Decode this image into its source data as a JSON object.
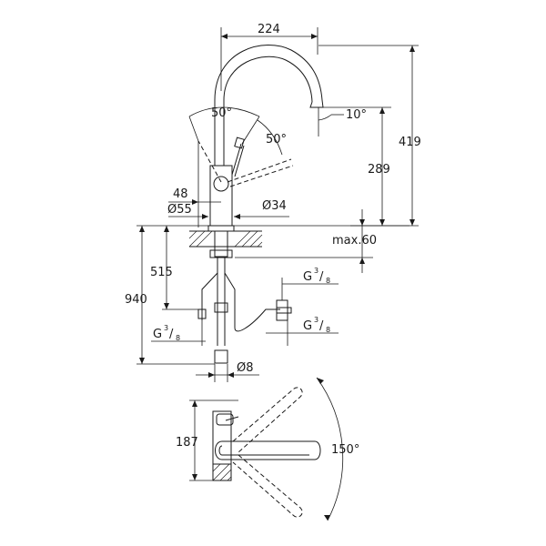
{
  "dimensions": {
    "spout_reach": "224",
    "total_height": "419",
    "spout_height": "289",
    "lever_angle_left": "50°",
    "lever_angle_right": "50°",
    "spout_tilt": "10°",
    "lever_offset": "48",
    "base_diameter": "Ø55",
    "shank_diameter": "Ø34",
    "max_deck_thickness": "max.60",
    "hose_length_total": "940",
    "hose_length_to_connection": "515",
    "connection_top": {
      "prefix": "G",
      "num": "3",
      "den": "8"
    },
    "connection_bottom": {
      "prefix": "G",
      "num": "3",
      "den": "8"
    },
    "connection_left": {
      "prefix": "G",
      "num": "3",
      "den": "8"
    },
    "tube_diameter": "Ø8",
    "plan_depth": "187",
    "swivel_angle": "150°"
  },
  "colors": {
    "line": "#1a1a1a",
    "background": "#ffffff"
  }
}
